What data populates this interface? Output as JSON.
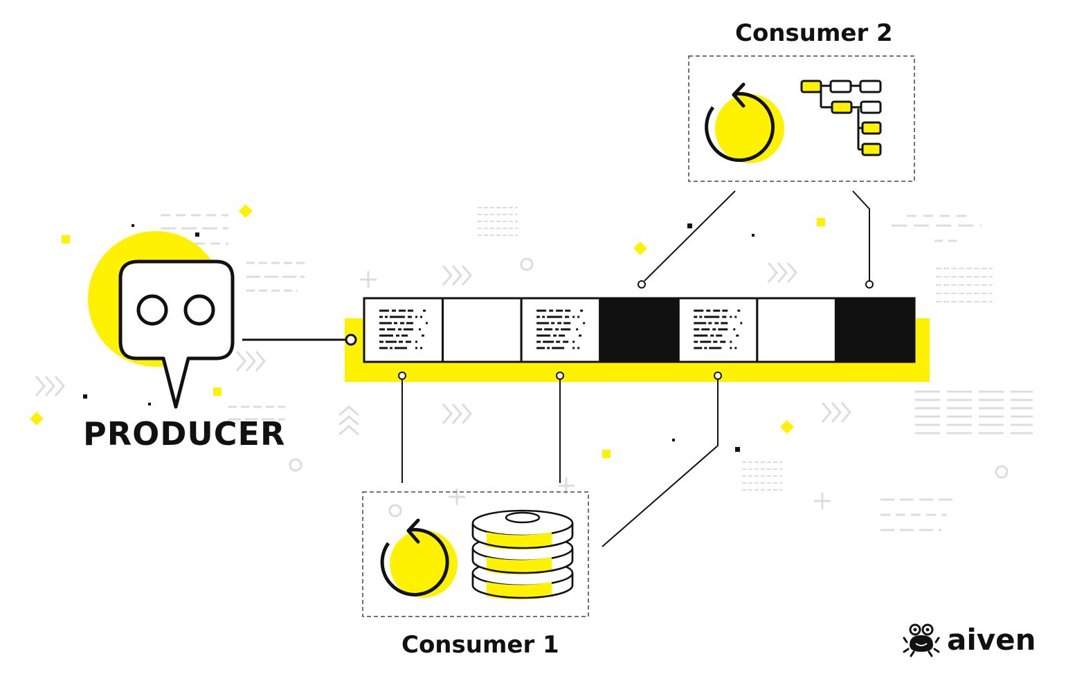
{
  "diagram": {
    "producer_label": "PRODUCER",
    "consumer1_label": "Consumer 1",
    "consumer2_label": "Consumer 2",
    "brand_name": "aiven",
    "colors": {
      "accent": "#fff200",
      "ink": "#111111",
      "faint": "#d9d9d9"
    },
    "topic_log": {
      "cells": [
        {
          "kind": "text"
        },
        {
          "kind": "empty"
        },
        {
          "kind": "text"
        },
        {
          "kind": "filled"
        },
        {
          "kind": "text"
        },
        {
          "kind": "empty"
        },
        {
          "kind": "filled"
        }
      ]
    },
    "icons": {
      "producer": "chat-bubble-icon",
      "replay": "replay-arrow-icon",
      "database": "database-stack-icon",
      "tree": "tree-structure-icon",
      "brand": "crab-logo-icon"
    }
  }
}
